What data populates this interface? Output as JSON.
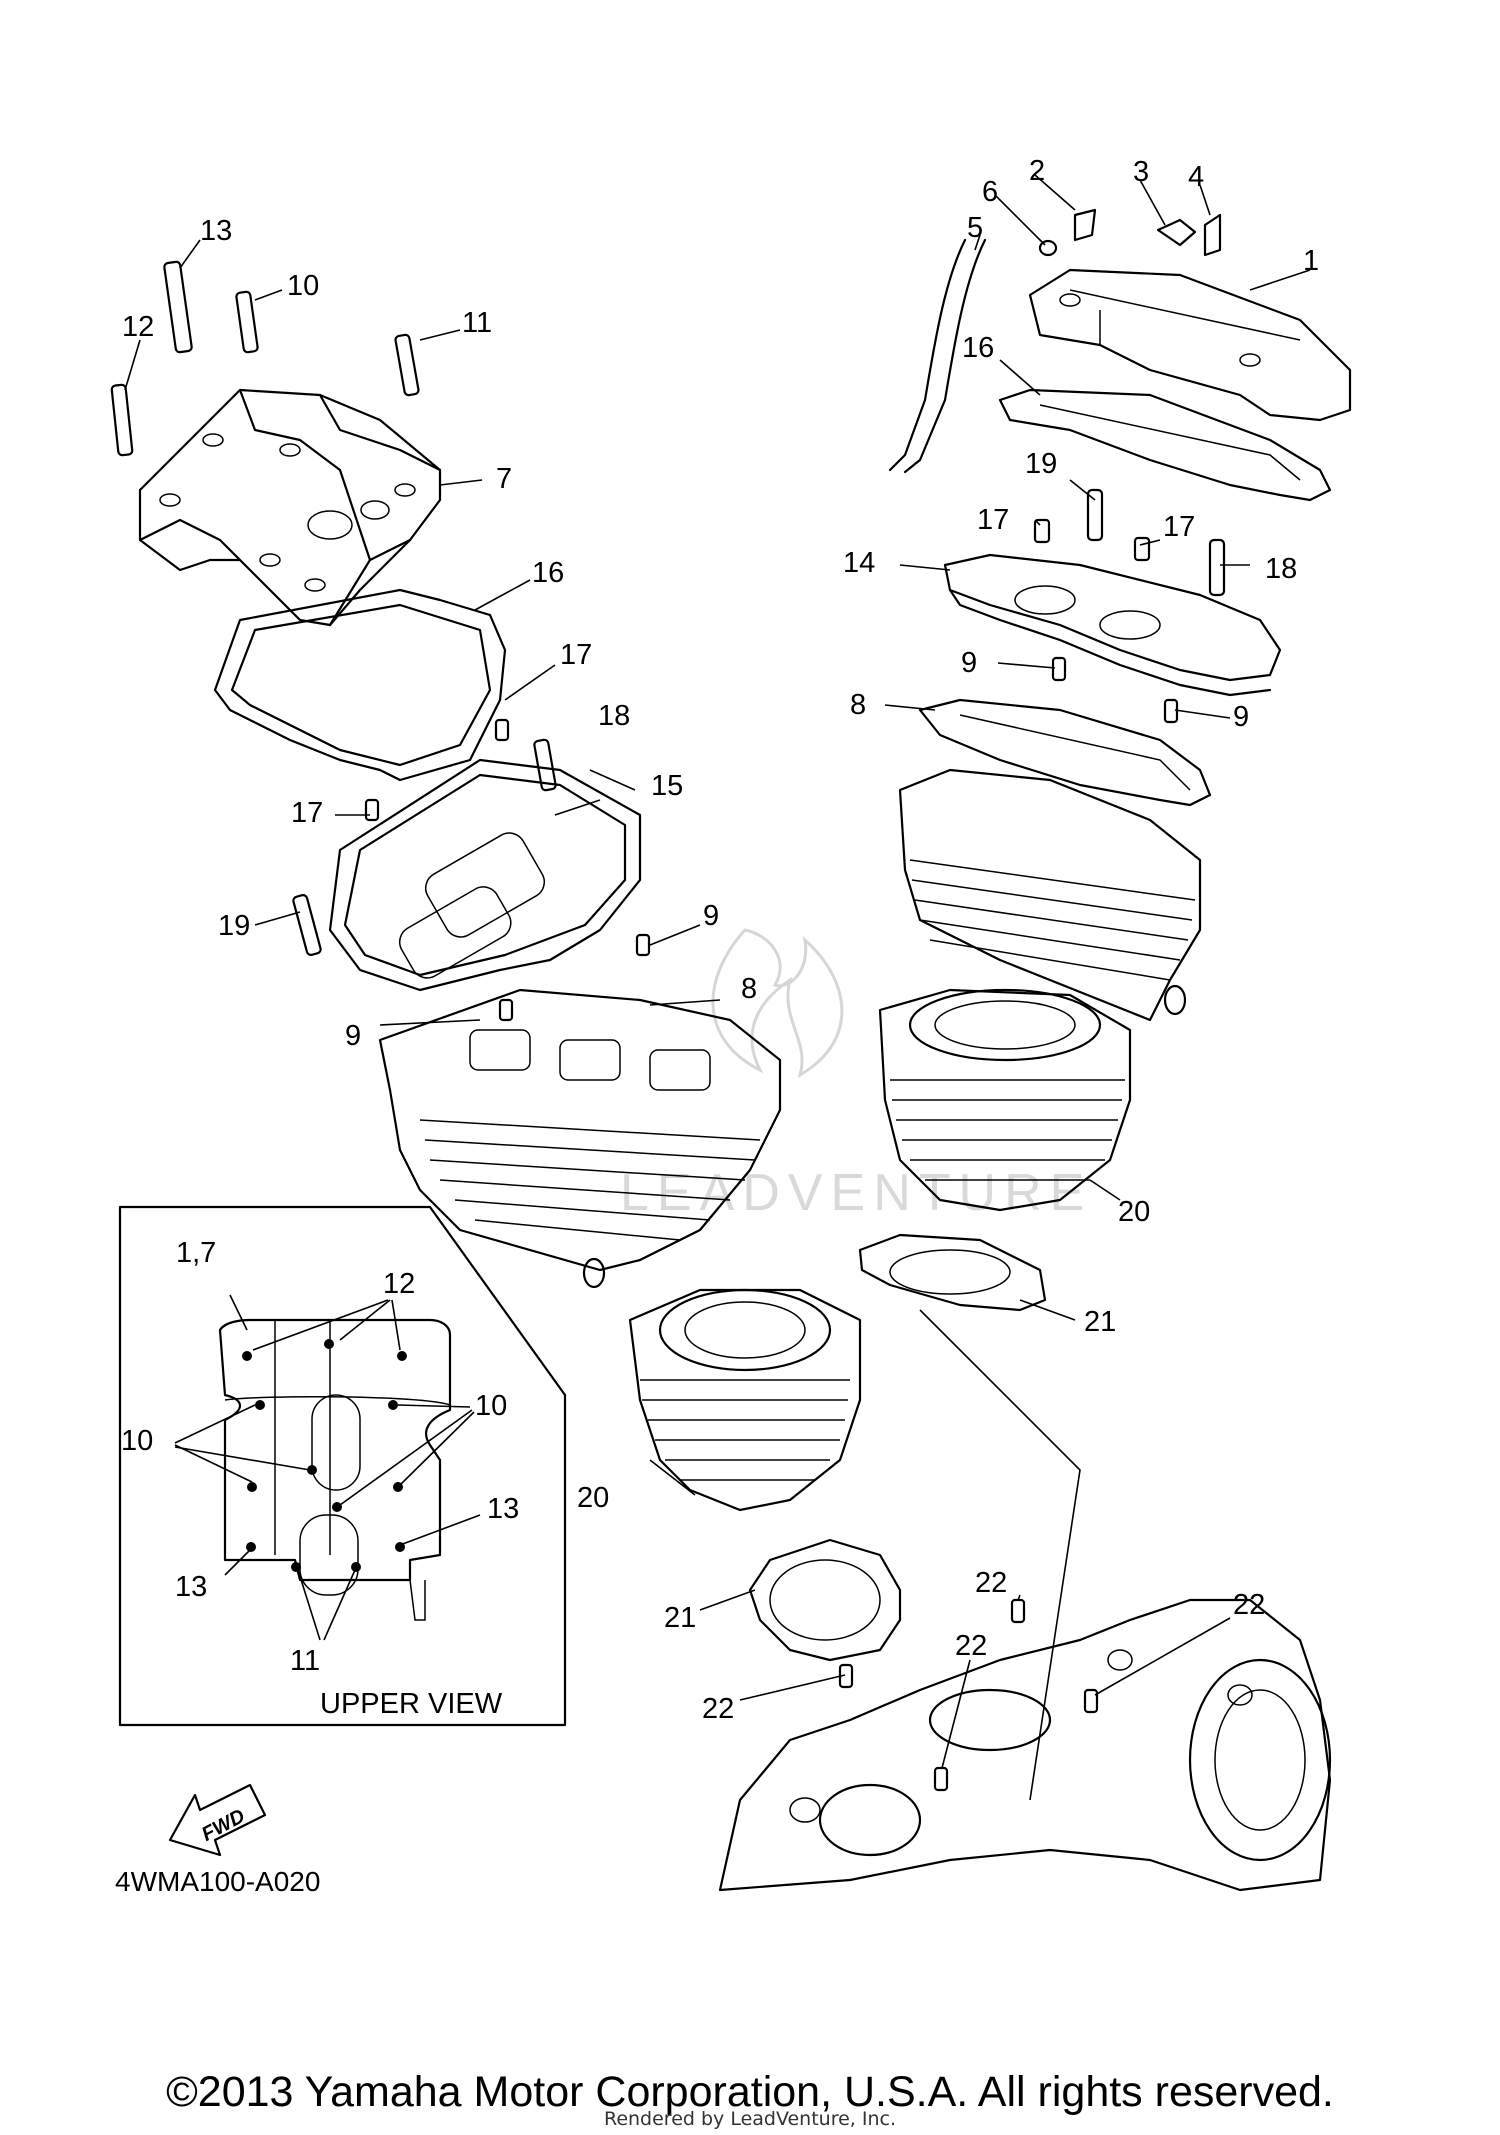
{
  "diagram": {
    "part_code": "4WMA100-A020",
    "inset_title": "UPPER VIEW",
    "fwd_label": "FWD",
    "copyright": "©2013 Yamaha Motor Corporation, U.S.A. All rights reserved.",
    "rendered_by": "Rendered by LeadVenture, Inc.",
    "watermark": "LEADVENTURE",
    "callouts": [
      {
        "id": "c-1",
        "text": "1"
      },
      {
        "id": "c-2",
        "text": "2"
      },
      {
        "id": "c-3",
        "text": "3"
      },
      {
        "id": "c-4",
        "text": "4"
      },
      {
        "id": "c-5",
        "text": "5"
      },
      {
        "id": "c-6",
        "text": "6"
      },
      {
        "id": "c-7",
        "text": "7"
      },
      {
        "id": "c-8a",
        "text": "8"
      },
      {
        "id": "c-8b",
        "text": "8"
      },
      {
        "id": "c-9a",
        "text": "9"
      },
      {
        "id": "c-9b",
        "text": "9"
      },
      {
        "id": "c-9c",
        "text": "9"
      },
      {
        "id": "c-9d",
        "text": "9"
      },
      {
        "id": "c-10a",
        "text": "10"
      },
      {
        "id": "c-11a",
        "text": "11"
      },
      {
        "id": "c-12a",
        "text": "12"
      },
      {
        "id": "c-13a",
        "text": "13"
      },
      {
        "id": "c-14",
        "text": "14"
      },
      {
        "id": "c-15",
        "text": "15"
      },
      {
        "id": "c-16a",
        "text": "16"
      },
      {
        "id": "c-16b",
        "text": "16"
      },
      {
        "id": "c-17a",
        "text": "17"
      },
      {
        "id": "c-17b",
        "text": "17"
      },
      {
        "id": "c-17c",
        "text": "17"
      },
      {
        "id": "c-17d",
        "text": "17"
      },
      {
        "id": "c-18a",
        "text": "18"
      },
      {
        "id": "c-18b",
        "text": "18"
      },
      {
        "id": "c-19a",
        "text": "19"
      },
      {
        "id": "c-19b",
        "text": "19"
      },
      {
        "id": "c-20a",
        "text": "20"
      },
      {
        "id": "c-20b",
        "text": "20"
      },
      {
        "id": "c-21a",
        "text": "21"
      },
      {
        "id": "c-21b",
        "text": "21"
      },
      {
        "id": "c-22a",
        "text": "22"
      },
      {
        "id": "c-22b",
        "text": "22"
      },
      {
        "id": "c-22c",
        "text": "22"
      },
      {
        "id": "c-22d",
        "text": "22"
      },
      {
        "id": "i-17",
        "text": "1,7"
      },
      {
        "id": "i-12",
        "text": "12"
      },
      {
        "id": "i-10a",
        "text": "10"
      },
      {
        "id": "i-10b",
        "text": "10"
      },
      {
        "id": "i-13a",
        "text": "13"
      },
      {
        "id": "i-13b",
        "text": "13"
      },
      {
        "id": "i-11",
        "text": "11"
      }
    ]
  }
}
